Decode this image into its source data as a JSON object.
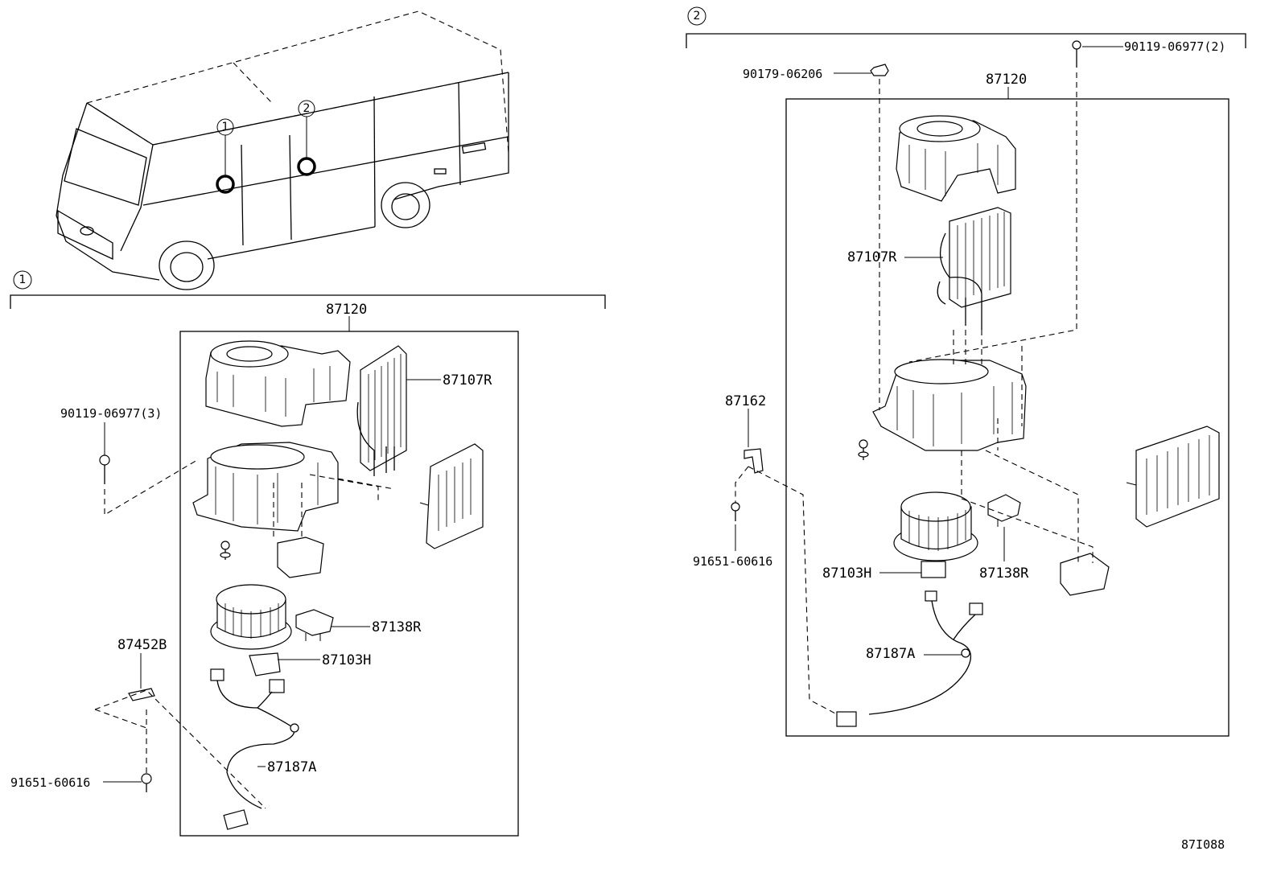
{
  "figure_id": "87I088",
  "callouts": {
    "one": "1",
    "two": "2"
  },
  "section1": {
    "assembly": "87120",
    "parts": {
      "evaporator": "87107R",
      "screw_a": "90119-06977(3)",
      "resistor": "87138R",
      "blower_motor": "87103H",
      "bracket": "87452B",
      "wire": "87187A",
      "screw_b": "91651-60616"
    }
  },
  "section2": {
    "assembly": "87120",
    "parts": {
      "nut": "90179-06206",
      "screw_a": "90119-06977(2)",
      "evaporator": "87107R",
      "bracket": "87162",
      "screw_b": "91651-60616",
      "blower_motor": "87103H",
      "resistor": "87138R",
      "wire": "87187A"
    }
  }
}
